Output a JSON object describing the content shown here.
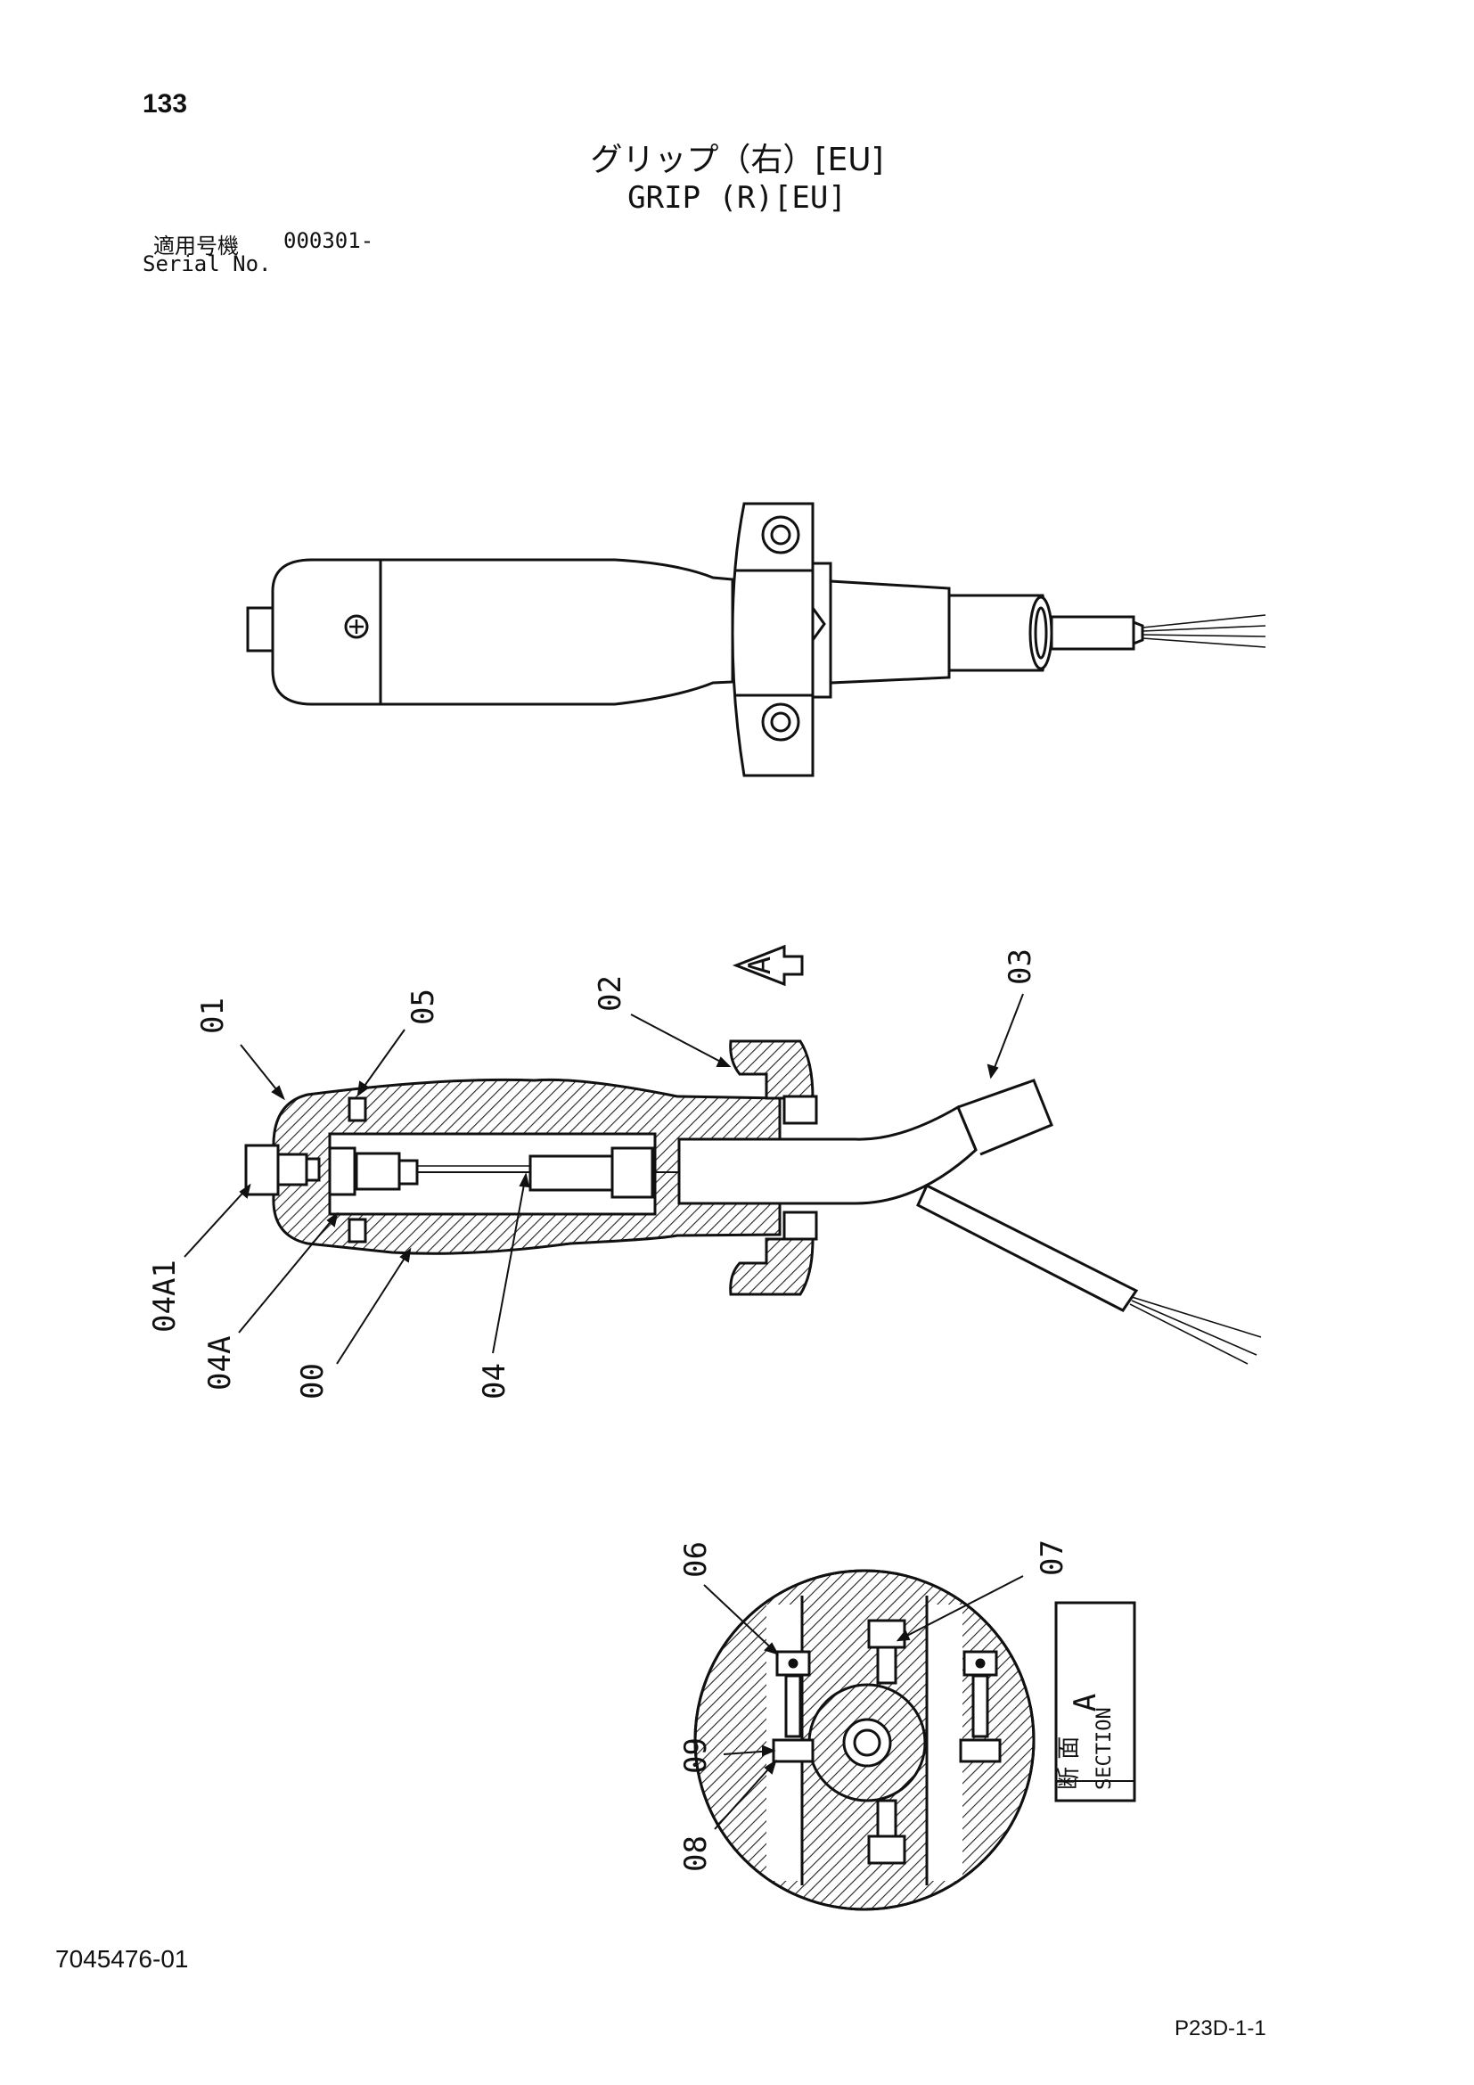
{
  "header": {
    "page_number": "133",
    "title_ja": "グリップ（右）[EU]",
    "title_en": "GRIP (R)[EU]",
    "serial_label_ja": "適用号機",
    "serial_value": "000301-",
    "serial_label_en": "Serial No."
  },
  "callouts": {
    "c01": "01",
    "c05": "05",
    "c02": "02",
    "c03": "03",
    "c04A1": "04A1",
    "c04A": "04A",
    "c00": "00",
    "c04": "04",
    "c06": "06",
    "c07": "07",
    "c09": "09",
    "c08": "08"
  },
  "view_marker": "A",
  "section_box": {
    "label_ja": "断 面",
    "label_en": "SECTION",
    "letter": "A"
  },
  "footer": {
    "doc_number": "7045476-01",
    "page_ref": "P23D-1-1"
  }
}
